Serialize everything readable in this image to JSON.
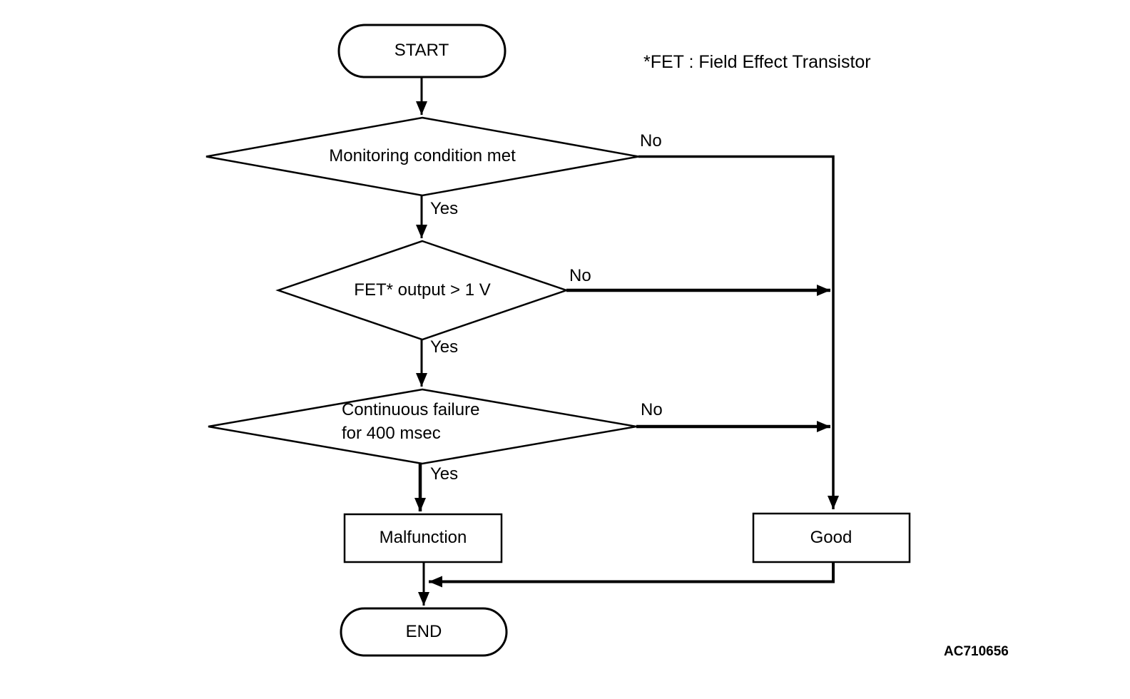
{
  "canvas": {
    "background": "#ffffff",
    "ink": "#000000"
  },
  "annotation": {
    "fet_note": "*FET : Field Effect Transistor"
  },
  "figure_code": "AC710656",
  "nodes": {
    "start": {
      "type": "terminator",
      "label": "START"
    },
    "monitoring": {
      "type": "decision",
      "label": "Monitoring condition met"
    },
    "fet_output": {
      "type": "decision",
      "label": "FET* output > 1 V"
    },
    "continuous_failure": {
      "type": "decision",
      "line1": "Continuous failure",
      "line2": "for 400 msec"
    },
    "malfunction": {
      "type": "process",
      "label": "Malfunction"
    },
    "good": {
      "type": "process",
      "label": "Good"
    },
    "end": {
      "type": "terminator",
      "label": "END"
    }
  },
  "edge_labels": {
    "monitoring_yes": "Yes",
    "monitoring_no": "No",
    "fet_yes": "Yes",
    "fet_no": "No",
    "failure_yes": "Yes",
    "failure_no": "No"
  }
}
